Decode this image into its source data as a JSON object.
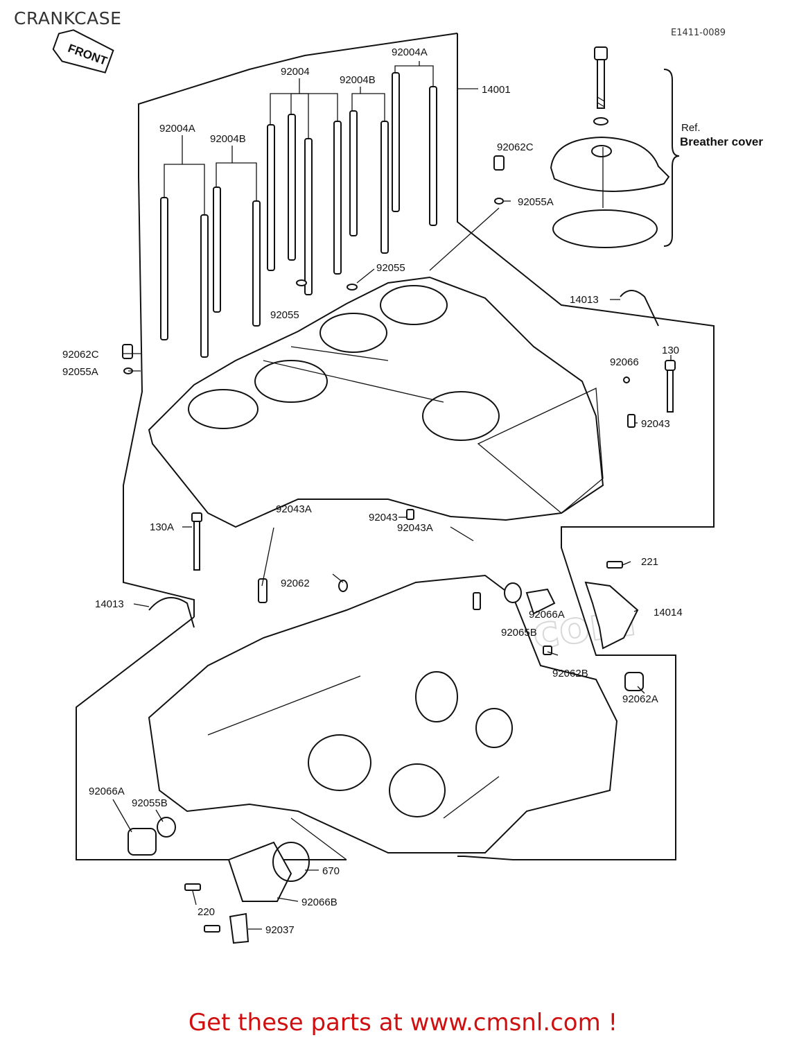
{
  "header": {
    "title": "CRANKCASE",
    "diagram_code": "E1411-0089"
  },
  "front_tag": "FRONT",
  "ref_note": {
    "ref": "Ref.",
    "name": "Breather cover"
  },
  "watermark": "www.cmsnl.com",
  "parts": {
    "p92004A_top": "92004A",
    "p92004": "92004",
    "p92004B_mid": "92004B",
    "p14001": "14001",
    "p92004A_left": "92004A",
    "p92004B_left": "92004B",
    "p92062C_top": "92062C",
    "p92055A_top": "92055A",
    "p92055_a": "92055",
    "p14013_top": "14013",
    "p92055_b": "92055",
    "p130": "130",
    "p92066": "92066",
    "p92062C_left": "92062C",
    "p92055A_left": "92055A",
    "p92043_right": "92043",
    "p92043_mid": "92043",
    "p130A": "130A",
    "p92043A_left": "92043A",
    "p92043A_mid": "92043A",
    "p221": "221",
    "p92062": "92062",
    "p14013_left": "14013",
    "p92066A_right": "92066A",
    "p14014": "14014",
    "p92065B": "92065B",
    "p92062B": "92062B",
    "p92062A": "92062A",
    "p92066A_left": "92066A",
    "p92055B": "92055B",
    "p670": "670",
    "p92066B": "92066B",
    "p220": "220",
    "p92037": "92037"
  },
  "footer": {
    "text": "Get these parts at www.cmsnl.com !"
  }
}
